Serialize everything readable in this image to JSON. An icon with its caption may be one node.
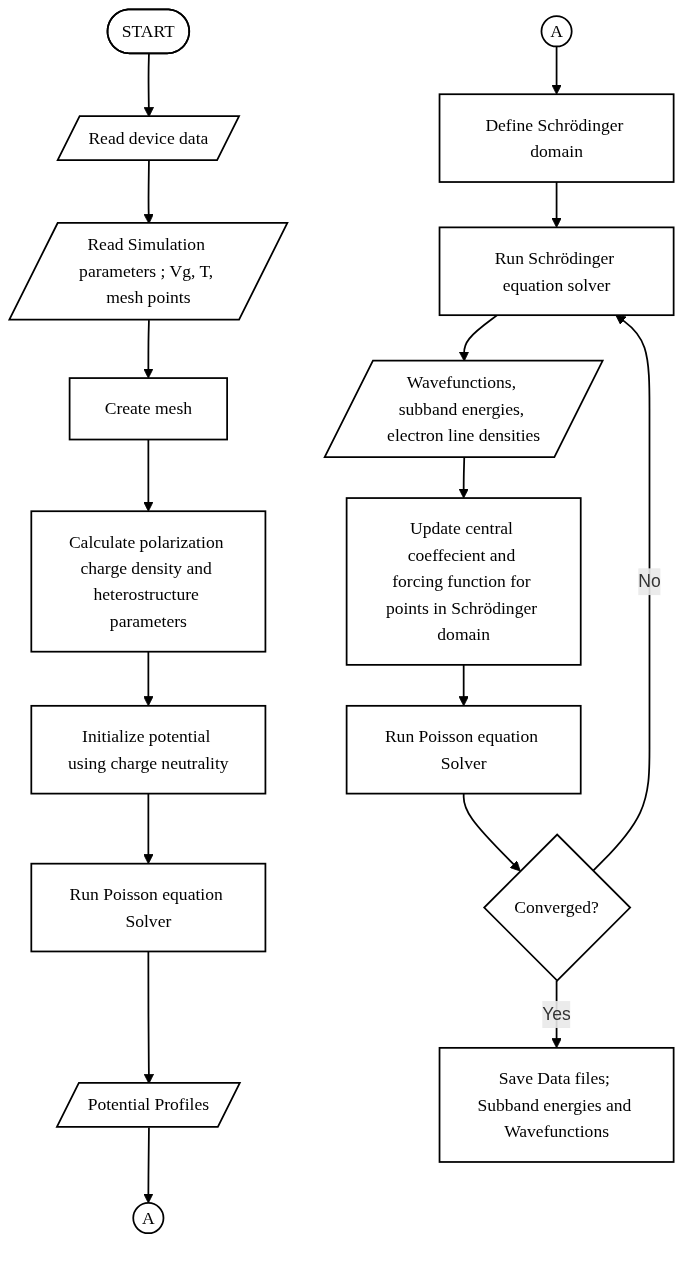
{
  "diagram": {
    "nodes": [
      {
        "text": [
          "START"
        ]
      },
      {
        "text": [
          "Read device data"
        ]
      },
      {
        "text": [
          "Read Simulation parameters ; Vg, T, mesh points"
        ]
      },
      {
        "text": [
          "Create mesh"
        ]
      },
      {
        "text": [
          "Calculate polarization charge density and heterostructure parameters"
        ]
      },
      {
        "text": [
          "Initialize potential using charge neutrality"
        ]
      },
      {
        "text": [
          "Run Poisson equation Solver"
        ]
      },
      {
        "text": [
          "Potential Profiles"
        ]
      },
      {
        "text": [
          "A"
        ]
      },
      {
        "text": [
          "A"
        ]
      },
      {
        "text": [
          "Define Schrödinger domain"
        ]
      },
      {
        "text": [
          "Run Schrödinger equation solver"
        ]
      },
      {
        "text": [
          "Wavefunctions, subband energies, electron line densities"
        ]
      },
      {
        "text": [
          "Update central coeffecient and forcing function for points in Schrödinger domain"
        ]
      },
      {
        "text": [
          "Run Poisson equation Solver"
        ]
      },
      {
        "text": [
          "Converged?"
        ]
      },
      {
        "text": [
          "Save Data files; Subband energies and Wavefunctions"
        ]
      }
    ],
    "edges": [
      {
        "from": 0,
        "to": 1,
        "arrow": "to"
      },
      {
        "from": 1,
        "to": 2,
        "arrow": "to"
      },
      {
        "from": 2,
        "to": 3,
        "arrow": "to"
      },
      {
        "from": 3,
        "to": 4,
        "arrow": "to"
      },
      {
        "from": 4,
        "to": 5,
        "arrow": "to"
      },
      {
        "from": 5,
        "to": 6,
        "arrow": "to"
      },
      {
        "from": 6,
        "to": 7,
        "arrow": "to"
      },
      {
        "from": 7,
        "to": 8,
        "arrow": "to"
      },
      {
        "from": 9,
        "to": 10,
        "arrow": "to"
      },
      {
        "from": 10,
        "to": 11,
        "arrow": "to"
      },
      {
        "from": 11,
        "to": 12,
        "arrow": "to"
      },
      {
        "from": 12,
        "to": 13,
        "arrow": "to"
      },
      {
        "from": 13,
        "to": 14,
        "arrow": "to"
      },
      {
        "from": 14,
        "to": 15,
        "arrow": "to"
      },
      {
        "from": 15,
        "to": 16,
        "label": "Yes",
        "arrow": "to"
      },
      {
        "from": 15,
        "to": 11,
        "label": "No",
        "arrow": "to"
      }
    ]
  }
}
